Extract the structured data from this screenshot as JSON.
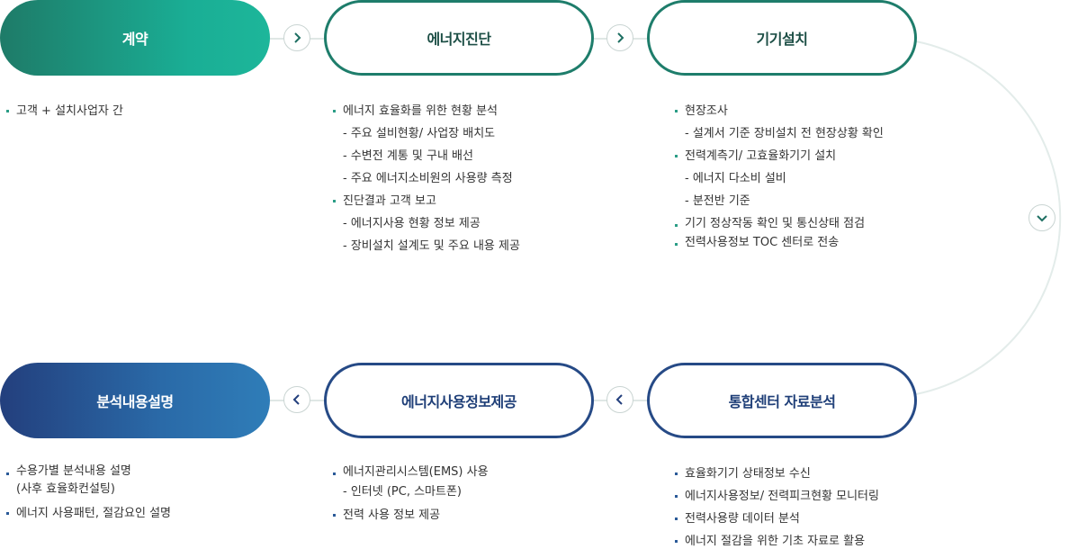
{
  "steps": {
    "s1": {
      "title": "계약"
    },
    "s2": {
      "title": "에너지진단"
    },
    "s3": {
      "title": "기기설치"
    },
    "s4": {
      "title": "통합센터 자료분석"
    },
    "s5": {
      "title": "에너지사용정보제공"
    },
    "s6": {
      "title": "분석내용설명"
    }
  },
  "lists": {
    "l1": {
      "i1": "고객 + 설치사업자 간"
    },
    "l2": {
      "i1": "에너지 효율화를 위한 현황 분석",
      "s1": "- 주요 설비현황/ 사업장 배치도",
      "s2": "- 수변전 계통 및 구내 배선",
      "s3": "- 주요 에너지소비원의 사용량 측정",
      "i2": "진단결과 고객 보고",
      "s4": "- 에너지사용 현황 정보 제공",
      "s5": "- 장비설치 설계도 및 주요 내용 제공"
    },
    "l3": {
      "i1": "현장조사",
      "s1": "- 설계서 기준 장비설치 전 현장상황 확인",
      "i2": "전력계측기/ 고효율화기기 설치",
      "s2": "- 에너지 다소비 설비",
      "s3": "- 분전반 기준",
      "i3": "기기 정상작동 확인 및 통신상태 점검",
      "i4": "전력사용정보 TOC 센터로 전송"
    },
    "l4": {
      "i1": "효율화기기 상태정보 수신",
      "i2": "에너지사용정보/ 전력피크현황 모니터링",
      "i3": "전력사용량 데이터 분석",
      "i4": "에너지 절감을 위한 기초 자료로 활용"
    },
    "l5": {
      "i1": "에너지관리시스템(EMS) 사용",
      "s1": "-  인터넷 (PC, 스마트폰)",
      "i2": "전력 사용 정보 제공"
    },
    "l6": {
      "i1": "수용가별 분석내용 설명",
      "c1": "(사후 효율화컨설팅)",
      "i2": "에너지 사용패턴, 절감요인 설명"
    }
  },
  "colors": {
    "green_dark": "#1e7b68",
    "green_light": "#1db69a",
    "blue_dark": "#233f7d",
    "blue_light": "#2f7db8"
  },
  "icons": {
    "arrow_right": "chevron-right-icon",
    "arrow_left": "chevron-left-icon",
    "arrow_down": "chevron-down-icon"
  }
}
